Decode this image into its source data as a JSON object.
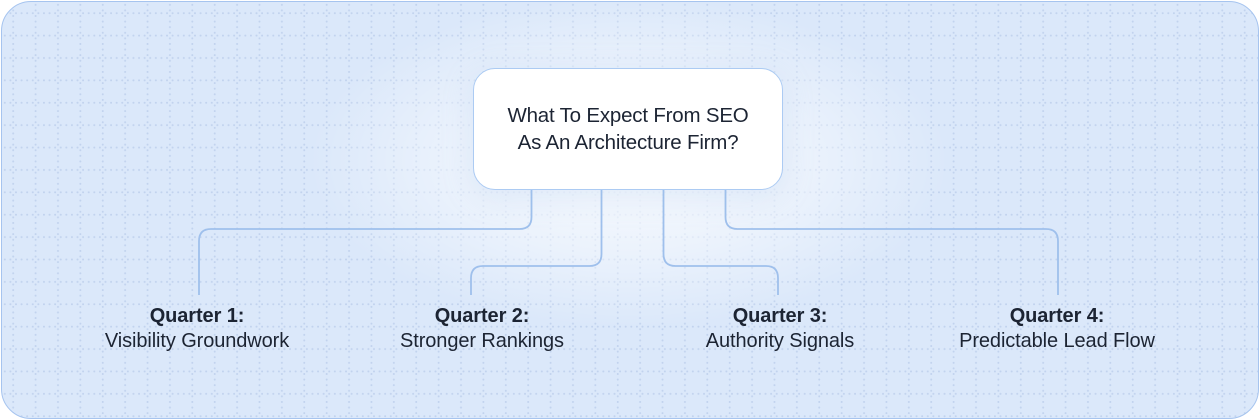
{
  "diagram": {
    "root": {
      "title_lines": [
        "What To Expect From SEO",
        "As An Architecture Firm?"
      ]
    },
    "branches": [
      {
        "label": "Quarter 1:",
        "sublabel": "Visibility Groundwork"
      },
      {
        "label": "Quarter 2:",
        "sublabel": "Stronger Rankings"
      },
      {
        "label": "Quarter 3:",
        "sublabel": "Authority Signals"
      },
      {
        "label": "Quarter 4:",
        "sublabel": "Predictable Lead Flow"
      }
    ],
    "colors": {
      "board_background": "#dbe8fa",
      "board_border": "#a6c4ef",
      "grid_dot": "#c2d3ee",
      "connector": "#9fc0ec",
      "node_background": "#ffffff",
      "node_border": "#accbf3",
      "text": "#1c2433"
    }
  }
}
